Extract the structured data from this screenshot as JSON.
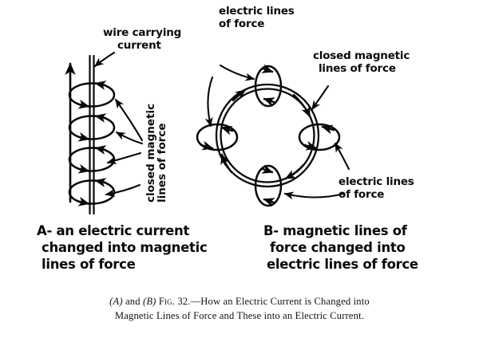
{
  "figure": {
    "title_caption_line1": "(A) and (B) Fig. 32.—How an Electric Current is Changed into",
    "title_caption_line2": "Magnetic Lines of Force and These into an Electric Current.",
    "caption_prefix_a": "(A)",
    "caption_and": "and",
    "caption_prefix_b": "(B)",
    "caption_figno": "Fig. 32.",
    "caption_rest1": "—How an Electric Current is Changed into",
    "caption_rest2": "Magnetic Lines of Force and These into an Electric Current."
  },
  "panel_a": {
    "label_wire_line1": "wire carrying",
    "label_wire_line2": "current",
    "label_closed_magnetic": "closed magnetic\nlines of force",
    "caption_line1": "A- an electric current",
    "caption_line2": "changed into magnetic",
    "caption_line3": "lines of force"
  },
  "panel_b": {
    "label_electric_top_line1": "electric lines",
    "label_electric_top_line2": "of force",
    "label_closed_magnetic_line1": "closed magnetic",
    "label_closed_magnetic_line2": "lines of force",
    "label_electric_bottom_line1": "electric lines",
    "label_electric_bottom_line2": "of force",
    "caption_line1": "B- magnetic lines of",
    "caption_line2": "force changed into",
    "caption_line3": "electric lines of force"
  },
  "colors": {
    "ink": "#080808",
    "background": "#ffffff",
    "print_text": "#121212"
  }
}
